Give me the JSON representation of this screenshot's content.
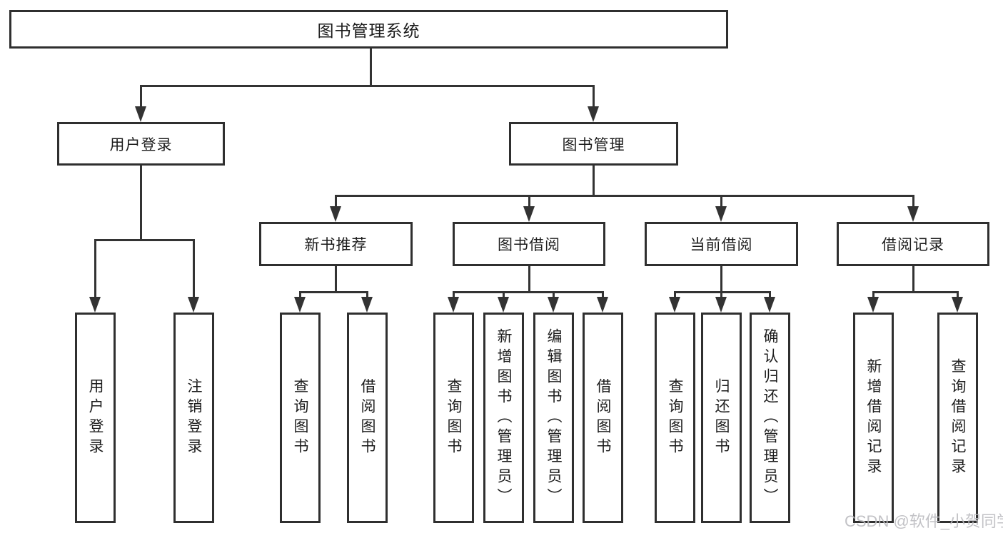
{
  "diagram": {
    "root": {
      "label": "图书管理系统"
    },
    "level2": [
      {
        "label": "用户登录"
      },
      {
        "label": "图书管理"
      }
    ],
    "level3": [
      {
        "label": "新书推荐"
      },
      {
        "label": "图书借阅"
      },
      {
        "label": "当前借阅"
      },
      {
        "label": "借阅记录"
      }
    ],
    "leaves": {
      "user_login": [
        "用户登录",
        "注销登录"
      ],
      "new_book_recommend": [
        "查询图书",
        "借阅图书"
      ],
      "book_borrow": [
        "查询图书",
        "新增图书（管理员）",
        "编辑图书（管理员）",
        "借阅图书"
      ],
      "current_borrow": [
        "查询图书",
        "归还图书",
        "确认归还（管理员）"
      ],
      "borrow_records": [
        "新增借阅记录",
        "查询借阅记录"
      ]
    }
  },
  "watermark": {
    "text": "CSDN @软件_小贺同学"
  },
  "colors": {
    "line": "#333333",
    "box_border": "#2f2f2f",
    "box_bg": "#ffffff",
    "text": "#1c1c1c",
    "background": "#ffffff",
    "watermark": "#bcbcc0"
  }
}
